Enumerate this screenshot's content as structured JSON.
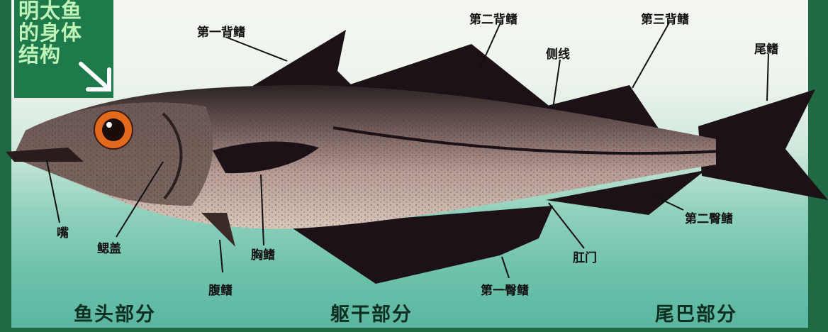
{
  "title": "明太鱼\n的身体\n结构",
  "labels": {
    "first_dorsal": "第一背鳍",
    "second_dorsal": "第二背鳍",
    "third_dorsal": "第三背鳍",
    "lateral_line": "侧线",
    "caudal_fin": "尾鳍",
    "second_anal": "第二臀鳍",
    "anus": "肛门",
    "first_anal": "第一臀鳍",
    "pectoral_fin": "胸鳍",
    "pelvic_fin": "腹鳍",
    "gill_cover": "鳃盖",
    "mouth": "嘴"
  },
  "sections": {
    "head": "鱼头部分",
    "trunk": "躯干部分",
    "tail": "尾巴部分"
  }
}
